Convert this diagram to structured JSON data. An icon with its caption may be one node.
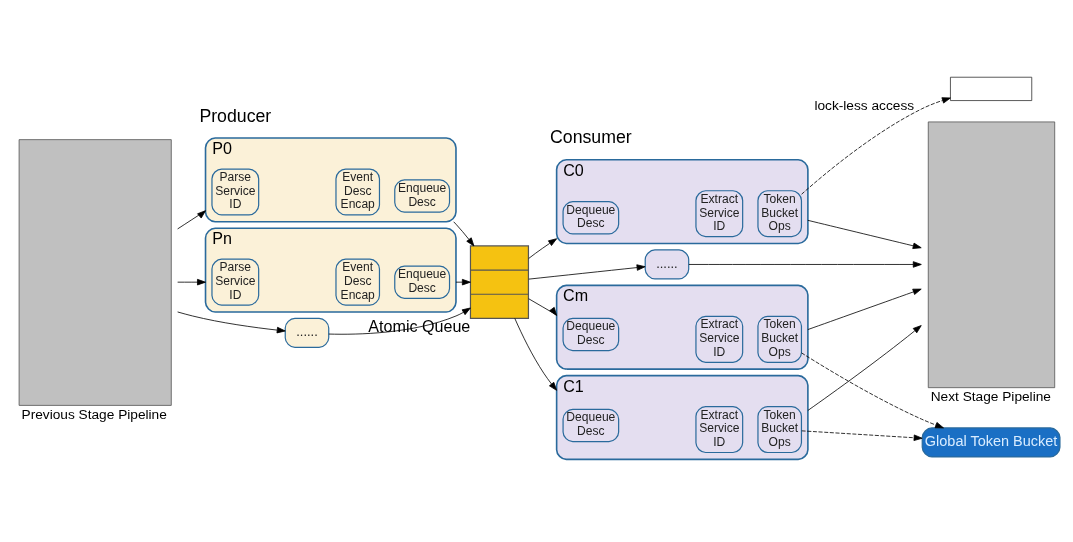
{
  "diagram": {
    "nodes": [
      {
        "text": [
          "Previous Stage Pipeline"
        ]
      },
      {
        "text": [
          "P0"
        ]
      },
      {
        "text": [
          "Parse Service ID"
        ],
        "in": 1
      },
      {
        "text": [
          "Event Desc Encap"
        ],
        "in": 1
      },
      {
        "text": [
          "Enqueue Desc"
        ],
        "in": 1
      },
      {
        "text": [
          "......"
        ]
      },
      {
        "text": [
          "Pn"
        ]
      },
      {
        "text": [
          "Parse Service ID"
        ],
        "in": 6
      },
      {
        "text": [
          "Event Desc Encap"
        ],
        "in": 6
      },
      {
        "text": [
          "Enqueue Desc"
        ],
        "in": 6
      },
      {
        "text": [],
        "shape": "box",
        "beside": [
          "Atomic Queue"
        ]
      },
      {
        "text": [
          "C0"
        ]
      },
      {
        "text": [
          "Dequeue Desc"
        ],
        "in": 11
      },
      {
        "text": [
          "Extract Service ID"
        ],
        "in": 11
      },
      {
        "text": [
          "Token Bucket Ops"
        ],
        "in": 11
      },
      {
        "text": [
          "C1"
        ]
      },
      {
        "text": [
          "Dequeue Desc"
        ],
        "in": 15
      },
      {
        "text": [
          "Extract Service ID"
        ],
        "in": 15
      },
      {
        "text": [
          "Token Bucket Ops"
        ],
        "in": 15
      },
      {
        "text": [
          "......"
        ]
      },
      {
        "text": [
          "Cm"
        ]
      },
      {
        "text": [
          "Dequeue Desc"
        ],
        "in": 20
      },
      {
        "text": [
          "Extract Service ID"
        ],
        "in": 20
      },
      {
        "text": [
          "Token Bucket Ops"
        ],
        "in": 20
      },
      {
        "text": [
          "Next Stage Pipeline"
        ]
      },
      {
        "text": [],
        "shape": "box"
      },
      {
        "text": [
          "Global Token Bucket"
        ]
      }
    ],
    "edges": [
      {
        "from": 0,
        "to": 1,
        "arrow": "to"
      },
      {
        "from": 0,
        "to": 5,
        "arrow": "to"
      },
      {
        "from": 0,
        "to": 6,
        "arrow": "to"
      },
      {
        "from": 1,
        "to": 10,
        "arrow": "to"
      },
      {
        "from": 5,
        "to": 10,
        "arrow": "to"
      },
      {
        "from": 6,
        "to": 10,
        "arrow": "to"
      },
      {
        "from": 10,
        "to": 11,
        "arrow": "to"
      },
      {
        "from": 10,
        "to": 15,
        "arrow": "to"
      },
      {
        "from": 10,
        "to": 19,
        "arrow": "to"
      },
      {
        "from": 10,
        "to": 20,
        "arrow": "to"
      },
      {
        "from": 11,
        "to": 24,
        "arrow": "to"
      },
      {
        "from": 15,
        "to": 24,
        "arrow": "to"
      },
      {
        "from": 19,
        "to": 24,
        "arrow": "to"
      },
      {
        "from": 20,
        "to": 24,
        "arrow": "to"
      },
      {
        "from": 14,
        "to": 25,
        "arrow": "to",
        "style": "dashed",
        "label": "lock-less access"
      },
      {
        "from": 18,
        "to": 26,
        "arrow": "to",
        "style": "dashed"
      },
      {
        "from": 23,
        "to": 26,
        "arrow": "to",
        "style": "dashed"
      }
    ],
    "labels": [
      "Producer",
      "Consumer"
    ]
  }
}
